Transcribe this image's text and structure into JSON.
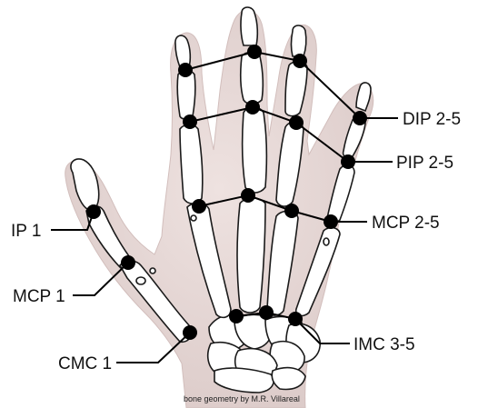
{
  "labels": {
    "dip": "DIP 2-5",
    "pip": "PIP 2-5",
    "mcp25": "MCP 2-5",
    "ip1": "IP 1",
    "mcp1": "MCP 1",
    "cmc1": "CMC 1",
    "imc": "IMC 3-5"
  },
  "credit": "bone geometry by M.R. Villareal",
  "colors": {
    "skin": "#e6d6d4",
    "skin_edge": "#d9c5c3",
    "bone_fill": "#ffffff",
    "bone_stroke": "#1a1a1a",
    "joint": "#000000"
  }
}
